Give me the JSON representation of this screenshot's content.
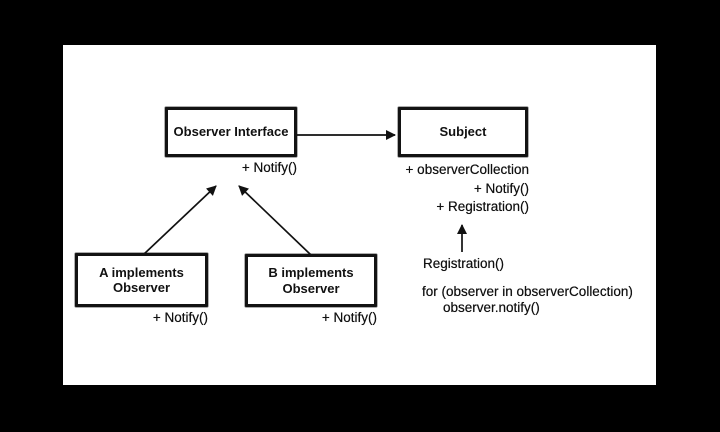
{
  "diagram": {
    "boxes": {
      "interface": {
        "title": "Observer Interface",
        "method": "+ Notify()"
      },
      "subject": {
        "title": "Subject",
        "attributes": [
          "+ observerCollection",
          "+ Notify()",
          "+ Registration()"
        ]
      },
      "impl_a": {
        "title_line1": "A implements",
        "title_line2": "Observer",
        "method": "+ Notify()"
      },
      "impl_b": {
        "title_line1": "B implements",
        "title_line2": "Observer",
        "method": "+ Notify()"
      }
    },
    "notes": {
      "registration_call": "Registration()",
      "code_line1": "for (observer in observerCollection)",
      "code_line2": "observer.notify()"
    },
    "edges": [
      {
        "from": "Observer Interface",
        "to": "Subject",
        "type": "arrow"
      },
      {
        "from": "A implements Observer",
        "to": "Observer Interface",
        "type": "arrow"
      },
      {
        "from": "B implements Observer",
        "to": "Observer Interface",
        "type": "arrow"
      },
      {
        "from": "Registration()",
        "to": "+ Registration()",
        "type": "arrow"
      }
    ],
    "colors": {
      "background": "#000000",
      "canvas": "#ffffff",
      "ink": "#111111"
    }
  }
}
